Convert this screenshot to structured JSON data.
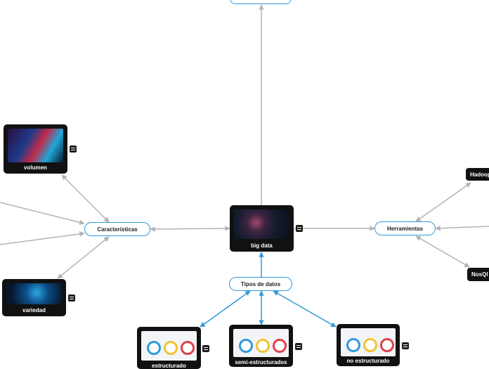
{
  "nodes": {
    "center": "big data",
    "caracteristicas": "Características",
    "tipos": "Tipos de datos",
    "herramientas": "Herramientas",
    "volumen": "volumen",
    "variedad": "variedad",
    "estructurado": "estructurado",
    "semi": "semi-estructurados",
    "no_estructurado": "no estructurado",
    "hadoop": "Hadoop",
    "nosql": "NosQl"
  },
  "colors": {
    "accent": "#2f9ad8",
    "edge_gray": "#b3b3b3",
    "card": "#111111"
  },
  "icons": [
    "note-icon",
    "arrow-icon"
  ]
}
